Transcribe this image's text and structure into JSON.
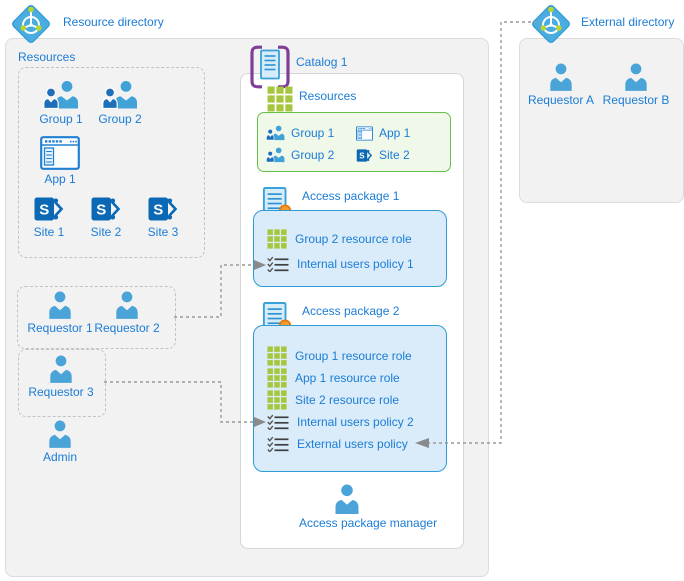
{
  "colors": {
    "label_blue": "#1B7CD6",
    "accent_blue": "#2E9BD6",
    "person_blue": "#4BA4D8",
    "green_border": "#67BF4B",
    "grid_green": "#A6C63E",
    "sharepoint_blue": "#0A68B4",
    "seal_orange": "#F89A2A",
    "catalog_purple": "#7E3F98",
    "connector_gray": "#999999"
  },
  "icons": {
    "directory": "azure-ad-diamond",
    "user": "person-silhouette",
    "group": "two-people",
    "app": "application-window",
    "site": "sharepoint-s",
    "resource_role": "green-grid",
    "policy": "checklist",
    "catalog": "bracketed-document",
    "access_package": "document-with-seal"
  },
  "rd": {
    "label": "Resource directory",
    "resources": {
      "title": "Resources",
      "groups": [
        "Group 1",
        "Group 2"
      ],
      "app": "App 1",
      "sites": [
        "Site 1",
        "Site 2",
        "Site 3"
      ]
    },
    "requestor_group_1": [
      "Requestor 1",
      "Requestor 2"
    ],
    "requestor_group_2": [
      "Requestor 3"
    ],
    "admin": "Admin"
  },
  "catalog": {
    "title": "Catalog 1",
    "resources": {
      "title": "Resources",
      "col1": [
        "Group 1",
        "Group 2"
      ],
      "col2": [
        "App 1",
        "Site 2"
      ]
    },
    "ap1": {
      "title": "Access package 1",
      "rows": [
        "Group 2 resource role",
        "Internal users policy 1"
      ]
    },
    "ap2": {
      "title": "Access package 2",
      "rows": [
        "Group 1 resource role",
        "App 1 resource role",
        "Site 2 resource role",
        "Internal users policy 2",
        "External users policy"
      ]
    },
    "manager": "Access package manager"
  },
  "ext": {
    "label": "External directory",
    "requestors": [
      "Requestor A",
      "Requestor B"
    ]
  }
}
